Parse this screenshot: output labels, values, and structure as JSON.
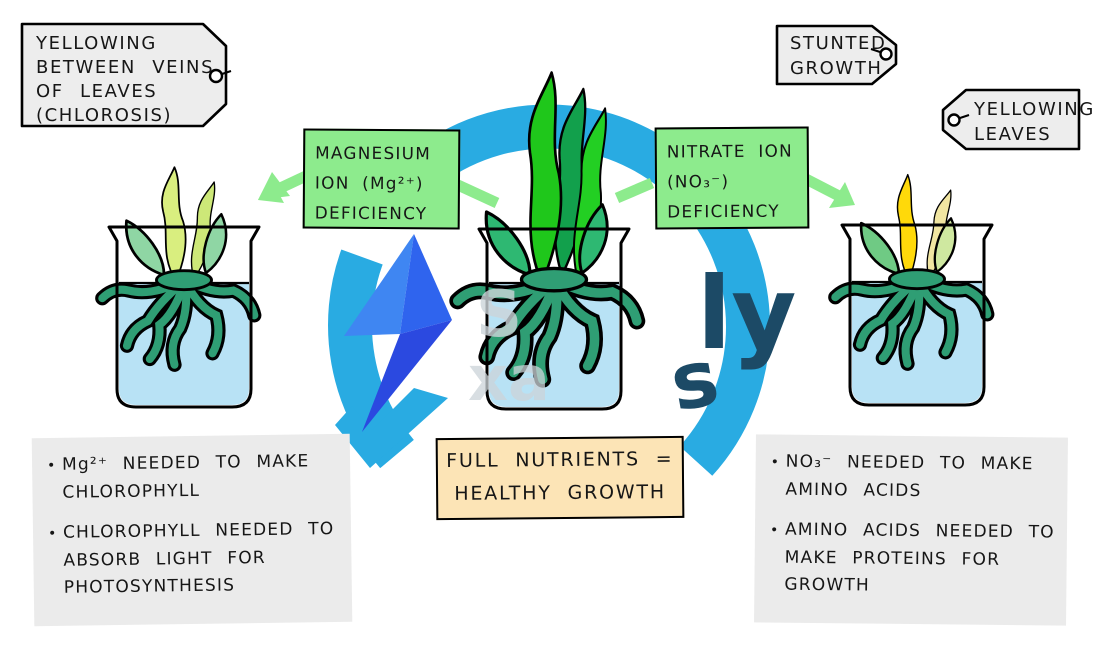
{
  "tags": {
    "chlorosis": {
      "lines": [
        "YELLOWING",
        "BETWEEN VEINS",
        "OF LEAVES",
        "(CHLOROSIS)"
      ]
    },
    "stunted_growth": {
      "lines": [
        "STUNTED",
        "GROWTH"
      ]
    },
    "yellowing_leaves": {
      "lines": [
        "YELLOWING",
        "LEAVES"
      ]
    }
  },
  "deficiency_boxes": {
    "magnesium": {
      "lines": [
        "MAGNESIUM",
        "ION (Mg²⁺)",
        "DEFICIENCY"
      ]
    },
    "nitrate": {
      "lines": [
        "NITRATE ION",
        "(NO₃⁻)",
        "DEFICIENCY"
      ]
    }
  },
  "result_box": {
    "lines": [
      "FULL NUTRIENTS =",
      "HEALTHY GROWTH"
    ]
  },
  "notes": {
    "magnesium": {
      "bullets": [
        "Mg²⁺ NEEDED TO MAKE CHLOROPHYLL",
        "CHLOROPHYLL NEEDED TO ABSORB LIGHT FOR PHOTOSYNTHESIS"
      ]
    },
    "nitrate": {
      "bullets": [
        "NO₃⁻ NEEDED TO MAKE AMINO ACIDS",
        "AMINO ACIDS NEEDED TO MAKE PROTEINS FOR GROWTH"
      ]
    }
  },
  "watermark": {
    "fragments": [
      "S",
      "ly",
      "xa",
      "s"
    ]
  },
  "colors": {
    "box_green": "#8deb8d",
    "cycle_blue": "#29abe2",
    "bolt_blue": "#2f64ee",
    "water_blue": "#b8e2f5",
    "root_green": "#2f9e74",
    "healthy_leaf_green": "#1fc71b",
    "chlorotic_leaf_green": "#d9ee7f",
    "yellow_leaf": "#ffd90a",
    "note_gray": "#ebebeb",
    "tag_gray": "#ededed",
    "result_orange": "#fce4b6"
  }
}
